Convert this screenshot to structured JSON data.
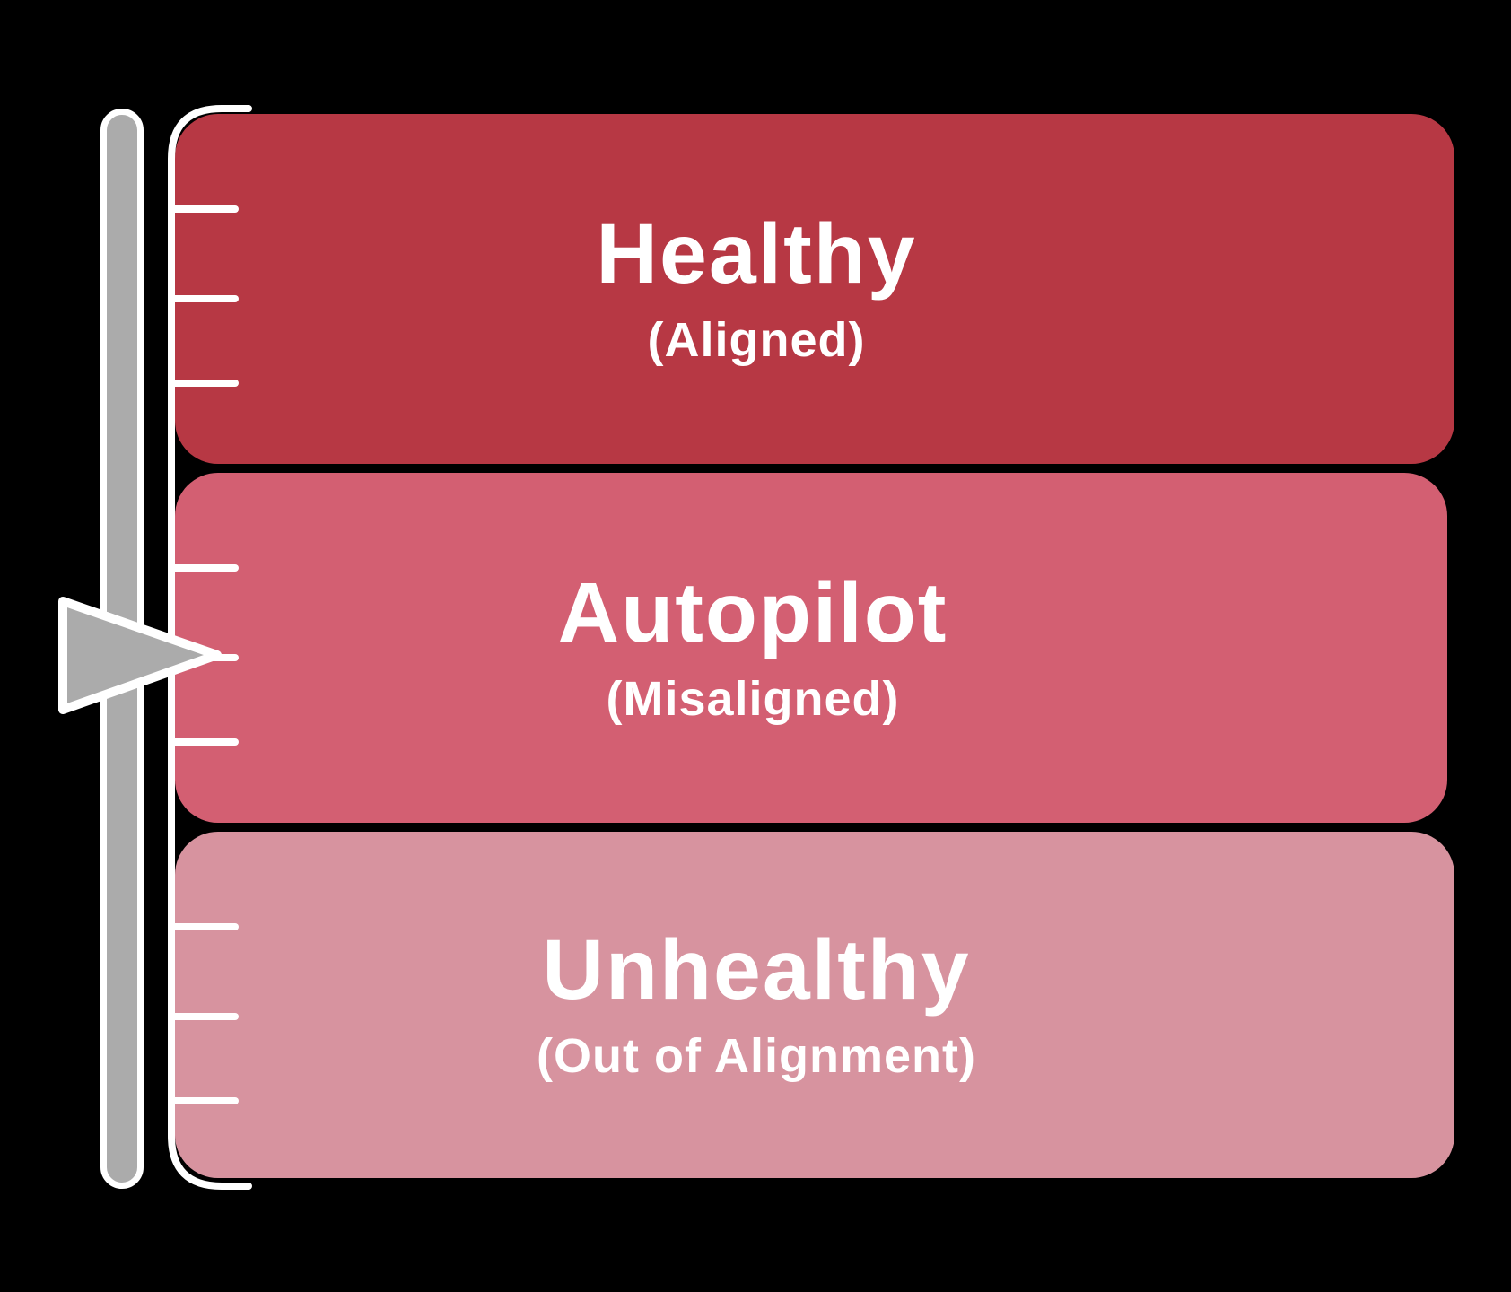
{
  "background_color": "#000000",
  "sections": [
    {
      "title": "Healthy",
      "subtitle": "(Aligned)",
      "color": "#b73844"
    },
    {
      "title": "Autopilot",
      "subtitle": "(Misaligned)",
      "color": "#d35f72"
    },
    {
      "title": "Unhealthy",
      "subtitle": "(Out of Alignment)",
      "color": "#d7939f"
    }
  ],
  "gauge": {
    "ticks_per_section": 3,
    "pointer_target": "Autopilot",
    "slider_color": "#ababab",
    "pointer_color": "#ababab",
    "outline_color": "#ffffff",
    "text_color": "#ffffff"
  }
}
